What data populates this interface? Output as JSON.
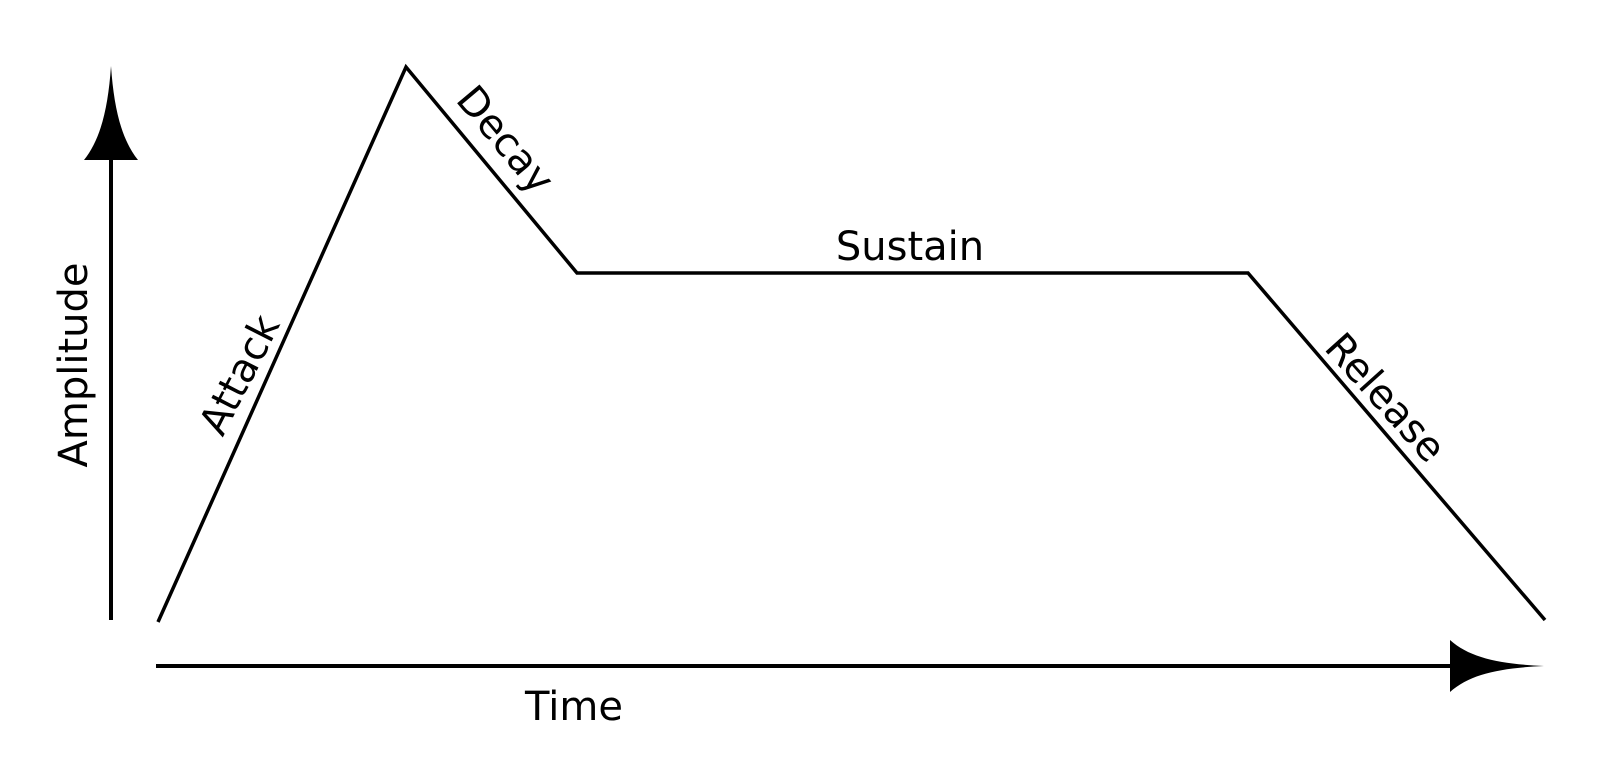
{
  "diagram": {
    "envelope": [
      "Attack",
      "Decay",
      "Sustain",
      "Release"
    ],
    "axes": {
      "x_label": "Time",
      "y_label": "Amplitude"
    }
  },
  "colors": {
    "line": "#000000",
    "background": "#ffffff"
  }
}
